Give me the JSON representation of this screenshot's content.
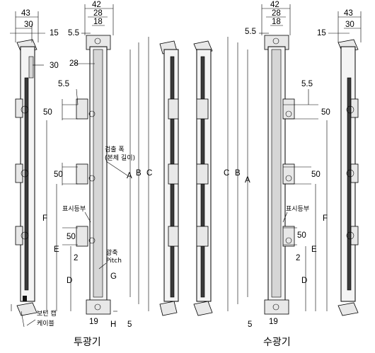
{
  "dimensions": {
    "d43": "43",
    "d30": "30",
    "d15": "15",
    "d30b": "30",
    "d42": "42",
    "d28": "28",
    "d18": "18",
    "d5_5": "5.5",
    "d28b": "28",
    "d5_5b": "5.5",
    "d50": "50",
    "d50b": "50",
    "d50c": "50",
    "d2": "2",
    "d19": "19",
    "d5": "5",
    "A": "A",
    "B": "B",
    "C": "C",
    "D": "D",
    "E": "E",
    "F": "F",
    "G": "G",
    "H": "H"
  },
  "labels": {
    "detection_width_line1": "검출 폭",
    "detection_width_line2": "(본체 길이)",
    "indicator": "표시등부",
    "optical_axis_line1": "광축",
    "optical_axis_line2": "Pitch",
    "cable_line1": "보턴 캡",
    "cable_line2": "케이블"
  },
  "captions": {
    "emitter": "투광기",
    "receiver": "수광기"
  }
}
